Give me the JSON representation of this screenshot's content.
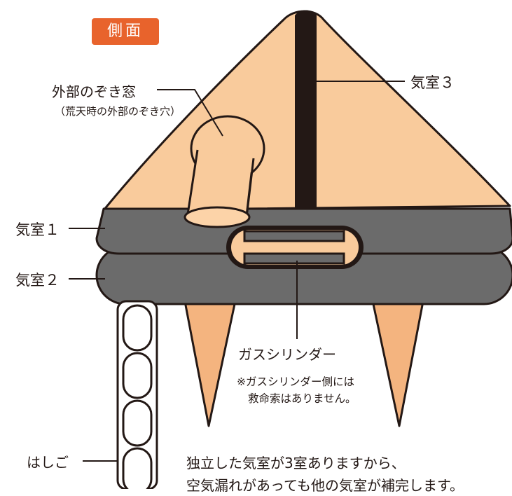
{
  "header": {
    "view_label": "側面"
  },
  "labels": {
    "window_title": "外部のぞき窓",
    "window_subtitle": "（荒天時の外部のぞき穴）",
    "chamber3": "気室３",
    "chamber1": "気室１",
    "chamber2": "気室２",
    "cylinder": "ガスシリンダー",
    "cylinder_note_line1": "※ガスシリンダー側には",
    "cylinder_note_line2": "救命索はありません。",
    "ladder": "はしご"
  },
  "footer": {
    "line1": "独立した気室が3室ありますから、",
    "line2": "空気漏れがあっても他の気室が補完します。"
  },
  "colors": {
    "canopy": "#f9cb9c",
    "tube": "#6b6b6b",
    "outline": "#231815",
    "accent": "#e8632c",
    "cylinder_window": "#fcd3a8"
  }
}
